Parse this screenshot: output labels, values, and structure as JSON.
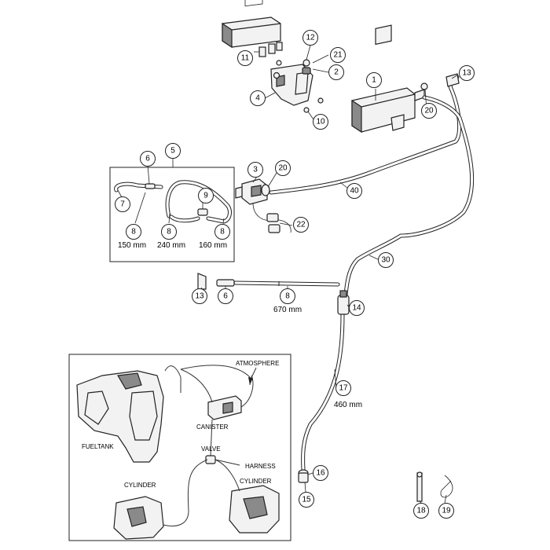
{
  "callouts": [
    {
      "id": "1",
      "label": "1"
    },
    {
      "id": "2",
      "label": "2"
    },
    {
      "id": "3",
      "label": "3"
    },
    {
      "id": "4",
      "label": "4"
    },
    {
      "id": "5",
      "label": "5"
    },
    {
      "id": "6a",
      "label": "6"
    },
    {
      "id": "6b",
      "label": "6"
    },
    {
      "id": "7",
      "label": "7"
    },
    {
      "id": "8a",
      "label": "8"
    },
    {
      "id": "8b",
      "label": "8"
    },
    {
      "id": "8c",
      "label": "8"
    },
    {
      "id": "8d",
      "label": "8"
    },
    {
      "id": "9",
      "label": "9"
    },
    {
      "id": "10",
      "label": "10"
    },
    {
      "id": "11",
      "label": "11"
    },
    {
      "id": "12",
      "label": "12"
    },
    {
      "id": "13a",
      "label": "13"
    },
    {
      "id": "13b",
      "label": "13"
    },
    {
      "id": "14",
      "label": "14"
    },
    {
      "id": "15",
      "label": "15"
    },
    {
      "id": "16",
      "label": "16"
    },
    {
      "id": "17",
      "label": "17"
    },
    {
      "id": "18",
      "label": "18"
    },
    {
      "id": "19",
      "label": "19"
    },
    {
      "id": "20a",
      "label": "20"
    },
    {
      "id": "20b",
      "label": "20"
    },
    {
      "id": "21",
      "label": "21"
    },
    {
      "id": "22",
      "label": "22"
    },
    {
      "id": "30",
      "label": "30"
    },
    {
      "id": "40",
      "label": "40"
    }
  ],
  "dimensions": {
    "d150": "150 mm",
    "d240": "240 mm",
    "d160": "160 mm",
    "d670": "670 mm",
    "d460": "460 mm"
  },
  "schematic": {
    "atmosphere": "ATMOSPHERE",
    "canister": "CANISTER",
    "fueltank": "FUELTANK",
    "valve": "VALVE",
    "harness": "HARNESS",
    "cylinder_left": "CYLINDER",
    "cylinder_right": "CYLINDER"
  }
}
